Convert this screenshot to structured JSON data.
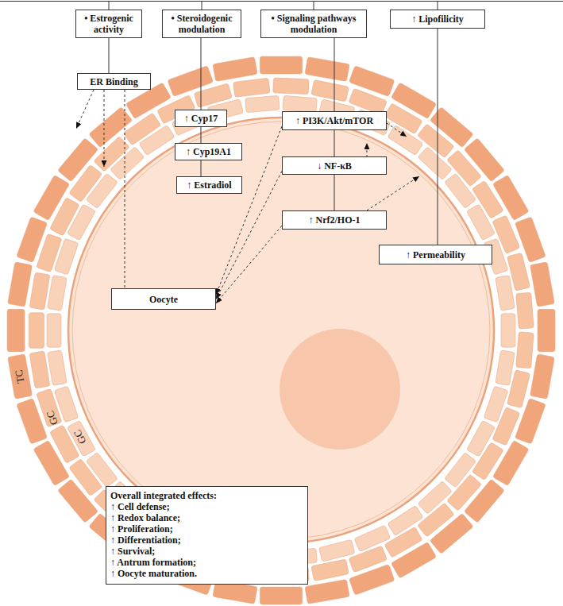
{
  "diagram": {
    "nodes": [
      {
        "text": [
          "• Estrogenic activity"
        ]
      },
      {
        "text": [
          "• Steroidogenic modulation"
        ]
      },
      {
        "text": [
          "• Signaling pathways modulation"
        ]
      },
      {
        "text": [
          "↑ Lipofilicity"
        ]
      },
      {
        "text": [
          "ER Binding"
        ]
      },
      {
        "text": [
          "↑ Cyp17"
        ]
      },
      {
        "text": [
          "↑ Cyp19A1"
        ]
      },
      {
        "text": [
          "↑ Estradiol"
        ]
      },
      {
        "text": [
          "↑ PI3K/Akt/mTOR"
        ]
      },
      {
        "text": [
          "↓ NF-κB"
        ]
      },
      {
        "text": [
          "↑ Nrf2/HO-1"
        ]
      },
      {
        "text": [
          "↑ Permeability"
        ]
      },
      {
        "text": [
          "Oocyte"
        ]
      },
      {
        "text": [
          "Overall integrated effects:",
          "↑ Cell defense;",
          "↑ Redox balance;",
          "↑ Proliferation;",
          "↑ Differentiation;",
          "↑ Survival;",
          "↑ Antrum formation;",
          "↑ Oocyte maturation."
        ]
      }
    ],
    "edges": [
      {
        "from": 0,
        "to": 4,
        "arrow": "none"
      },
      {
        "from": 4,
        "to": 12,
        "arrow": "none"
      },
      {
        "from": 1,
        "to": 5,
        "arrow": "none"
      },
      {
        "from": 5,
        "to": 6,
        "arrow": "none"
      },
      {
        "from": 6,
        "to": 7,
        "arrow": "none"
      },
      {
        "from": 2,
        "to": 8,
        "arrow": "none"
      },
      {
        "from": 8,
        "to": 9,
        "arrow": "none"
      },
      {
        "from": 9,
        "to": 10,
        "arrow": "none"
      },
      {
        "from": 3,
        "to": 11,
        "arrow": "none"
      },
      {
        "from": 8,
        "to": 12,
        "arrow": "to"
      },
      {
        "from": 9,
        "to": 12,
        "arrow": "to"
      },
      {
        "from": 10,
        "to": 12,
        "arrow": "to"
      }
    ],
    "labels": [
      "TC",
      "GC",
      "GC"
    ]
  }
}
